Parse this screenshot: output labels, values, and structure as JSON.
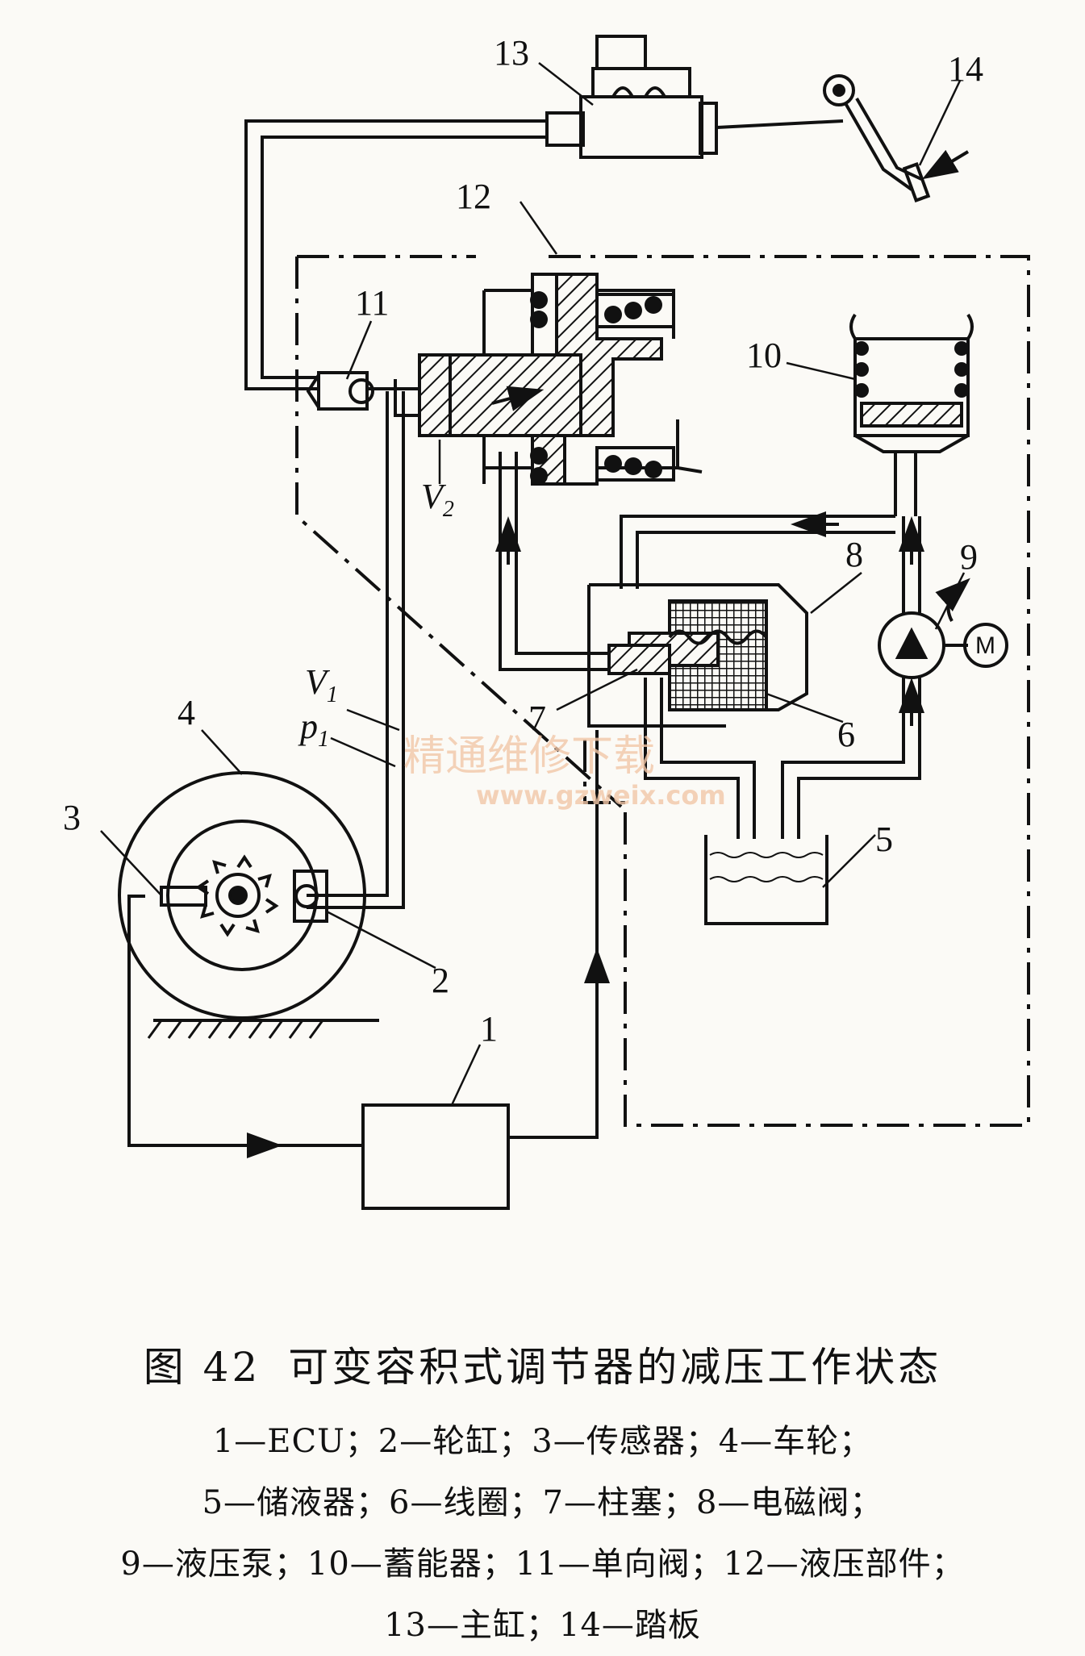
{
  "figure": {
    "number": "图 42",
    "title": "可变容积式调节器的减压工作状态",
    "legend_lines": [
      "1—ECU；2—轮缸；3—传感器；4—车轮；",
      "5—储液器；6—线圈；7—柱塞；8—电磁阀；",
      "9—液压泵；10—蓄能器；11—单向阀；12—液压部件；",
      "13—主缸；14—踏板"
    ]
  },
  "labels": {
    "n1": "1",
    "n2": "2",
    "n3": "3",
    "n4": "4",
    "n5": "5",
    "n6": "6",
    "n7": "7",
    "n8": "8",
    "n9": "9",
    "n10": "10",
    "n11": "11",
    "n12": "12",
    "n13": "13",
    "n14": "14",
    "v1": "V",
    "v1_sub": "1",
    "p1": "p",
    "p1_sub": "1",
    "v2": "V",
    "v2_sub": "2",
    "motor": "M"
  },
  "watermark": {
    "cn": "精通维修下载",
    "url": "www.gzweix.com"
  },
  "colors": {
    "ink": "#111111",
    "paper": "#fbfaf6",
    "watermark": "#f2c7a8"
  }
}
